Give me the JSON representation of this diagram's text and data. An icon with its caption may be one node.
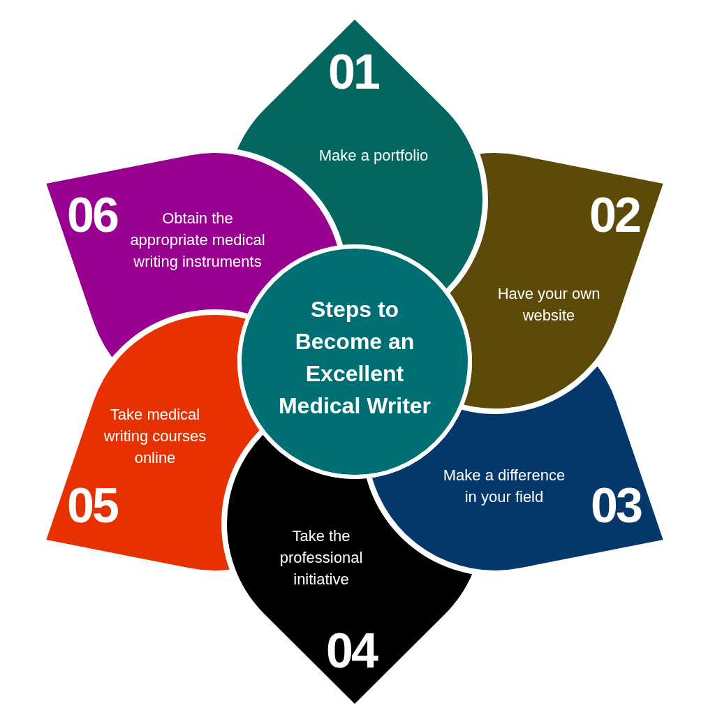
{
  "diagram": {
    "nodes": [
      {
        "text": [
          "Steps to Become an Excellent Medical Writer"
        ]
      },
      {
        "text": [
          "01",
          "Make a portfolio"
        ]
      },
      {
        "text": [
          "02",
          "Have your own website"
        ]
      },
      {
        "text": [
          "Make a difference in your field",
          "03"
        ]
      },
      {
        "text": [
          "Take the professional initiative",
          "04"
        ]
      },
      {
        "text": [
          "Take medical writing courses online",
          "05"
        ]
      },
      {
        "text": [
          "06",
          "Obtain the appropriate medical writing instruments"
        ]
      }
    ]
  }
}
